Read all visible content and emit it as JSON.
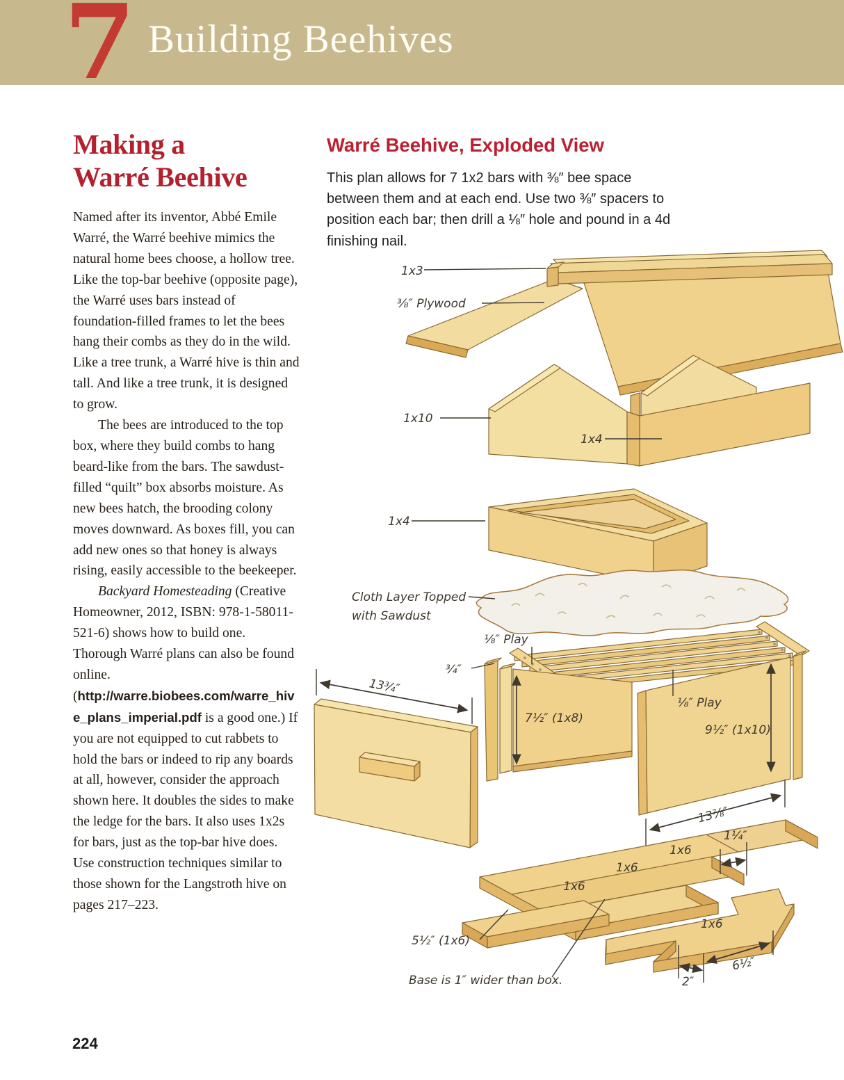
{
  "page": {
    "chapter_number": "7",
    "chapter_title": "Building Beehives",
    "page_number": "224"
  },
  "article": {
    "title_line1": "Making a",
    "title_line2": "Warré Beehive",
    "para1": "Named after its inventor, Abbé Emile Warré, the Warré beehive mimics the natural home bees choose, a hollow tree. Like the top-bar beehive (opposite page), the Warré uses bars instead of foundation-filled frames to let the bees hang their combs as they do in the wild. Like a tree trunk, a Warré hive is thin and tall. And like a tree trunk, it is designed to grow.",
    "para2": "The bees are introduced to the top box, where they build combs to hang beard-like from the bars. The sawdust-filled “quilt” box absorbs moisture. As new bees hatch, the brooding colony moves downward. As boxes fill, you can add new ones so that honey is always rising, easily accessible to the beekeeper.",
    "para3_seg1": "Backyard Homesteading",
    "para3_seg2": " (Creative Homeowner, 2012, ISBN: 978-1-58011-521-6) shows how to build one. Thorough Warré plans can also be found online. (",
    "para3_seg3": "http://warre.biobees.com/warre_hive_plans_imperial.pdf",
    "para3_seg4": " is a good one.) If you are not equipped to cut rabbets to hold the bars or indeed to rip any boards at all, however, consider the approach shown here. It doubles the sides to make the ledge for the bars. It also uses 1x2s for bars, just as the top-bar hive does. Use construction techniques similar to those shown for the Langstroth hive on pages 217–223."
  },
  "plan": {
    "heading": "Warré Beehive, Exploded View",
    "intro": "This plan allows for 7 1x2 bars with ⅜″ bee space between them and at each end. Use two ⅜″ spacers to position each bar; then drill a ⅛″ hole and pound in a 4d finishing nail."
  },
  "diagram": {
    "roof": {
      "label_1x3": "1x3",
      "label_plywood": "⅜″ Plywood"
    },
    "roof_frame": {
      "label_1x10": "1x10",
      "label_1x4": "1x4"
    },
    "quilt_box": {
      "label_1x4": "1x4"
    },
    "cloth": {
      "label_line1": "Cloth Layer Topped",
      "label_line2": "with Sawdust"
    },
    "hive_box": {
      "label_play_top": "⅛″ Play",
      "label_play_right": "⅛″ Play",
      "label_three_quarter": "¾″",
      "label_front_width": "13¾″",
      "label_height_1x8": "7½″ (1x8)",
      "label_height_1x10": "9½″ (1x10)",
      "label_side_width": "13⅞″"
    },
    "base": {
      "label_offset": "1¼″",
      "label_board_back": "1x6",
      "label_board_mid": "1x6",
      "label_board_front": "1x6",
      "label_board_landing": "1x6",
      "label_small_board": "5½″ (1x6)",
      "label_note": "Base is 1″ wider than box.",
      "label_notch": "2″",
      "label_landing_len": "6½″"
    }
  },
  "colors": {
    "band_tan": "#c7b88e",
    "chapter_red": "#c23a31",
    "title_red": "#b2212d",
    "heading_red": "#bc2030",
    "wood_light": "#f4dfa3",
    "wood_mid": "#efd18c",
    "wood_dark": "#e0b364",
    "ink": "#3f392f"
  }
}
